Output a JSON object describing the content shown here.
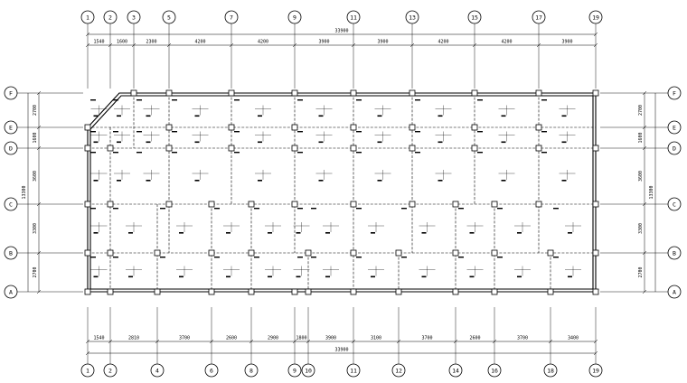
{
  "plan": {
    "total_width_label": "33900",
    "total_depth_label": "13300",
    "top_axes": [
      "1",
      "2",
      "3",
      "5",
      "7",
      "9",
      "11",
      "13",
      "15",
      "17",
      "19"
    ],
    "bottom_axes": [
      "1",
      "2",
      "4",
      "6",
      "8",
      "9",
      "10",
      "11",
      "12",
      "14",
      "16",
      "18",
      "19"
    ],
    "row_axes": [
      "F",
      "E",
      "D",
      "C",
      "B",
      "A"
    ],
    "top_dims": [
      "1540",
      "1600",
      "2300",
      "4200",
      "4200",
      "3900",
      "3900",
      "4200",
      "4200",
      "3900"
    ],
    "bottom_dims": [
      "1540",
      "2810",
      "3700",
      "2600",
      "2900",
      "1800",
      "3900",
      "3100",
      "3700",
      "2600",
      "3700",
      "3400"
    ],
    "left_dims": [
      "2700",
      "1600",
      "3600",
      "3300",
      "2700"
    ],
    "right_dims": [
      "2700",
      "1600",
      "3600",
      "3300",
      "2700"
    ]
  }
}
